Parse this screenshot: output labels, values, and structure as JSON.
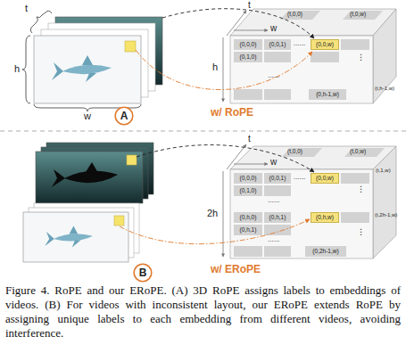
{
  "diagram": {
    "caption": "Figure 4. RoPE and our ERoPE. (A) 3D RoPE assigns labels to embeddings of videos. (B) For videos with inconsistent layout, our ERoPE extends RoPE by assigning unique labels to each embedding from different videos, avoiding interference.",
    "nodes": [
      {
        "text": [
          "(0,0,0)"
        ]
      },
      {
        "text": [
          "(0,0,1)"
        ]
      },
      {
        "text": [
          "(0,0,w)"
        ]
      },
      {
        "text": [
          "(0,1,0)"
        ]
      },
      {
        "text": [
          "(0,h-1,w)"
        ]
      },
      {
        "text": [
          "A"
        ]
      },
      {
        "text": [
          "(0,0,0)"
        ]
      },
      {
        "text": [
          "(0,0,1)"
        ]
      },
      {
        "text": [
          "(0,0,w)"
        ]
      },
      {
        "text": [
          "(0,1,0)"
        ]
      },
      {
        "text": [
          "(0,h,0)"
        ]
      },
      {
        "text": [
          "(0,h,1)"
        ]
      },
      {
        "text": [
          "(0,h,w)"
        ]
      },
      {
        "text": [
          "(0,h,1)"
        ]
      },
      {
        "text": [
          "(0,2h-1,w)"
        ]
      },
      {
        "text": [
          "B"
        ]
      }
    ],
    "labels": [
      "t",
      "h",
      "w",
      "t",
      "w",
      "h",
      "(t,0,0)",
      "(t,0,w)",
      "(t,h-1,w)",
      "......",
      "......",
      "⋮",
      "w/ RoPE",
      "t",
      "w",
      "2h",
      "(t,0,0)",
      "(t,0,w)",
      "(t,1,w)",
      "(t,2h-1,w)",
      "......",
      "......",
      "......",
      "⋮",
      "⋮",
      "w/ ERoPE"
    ]
  }
}
